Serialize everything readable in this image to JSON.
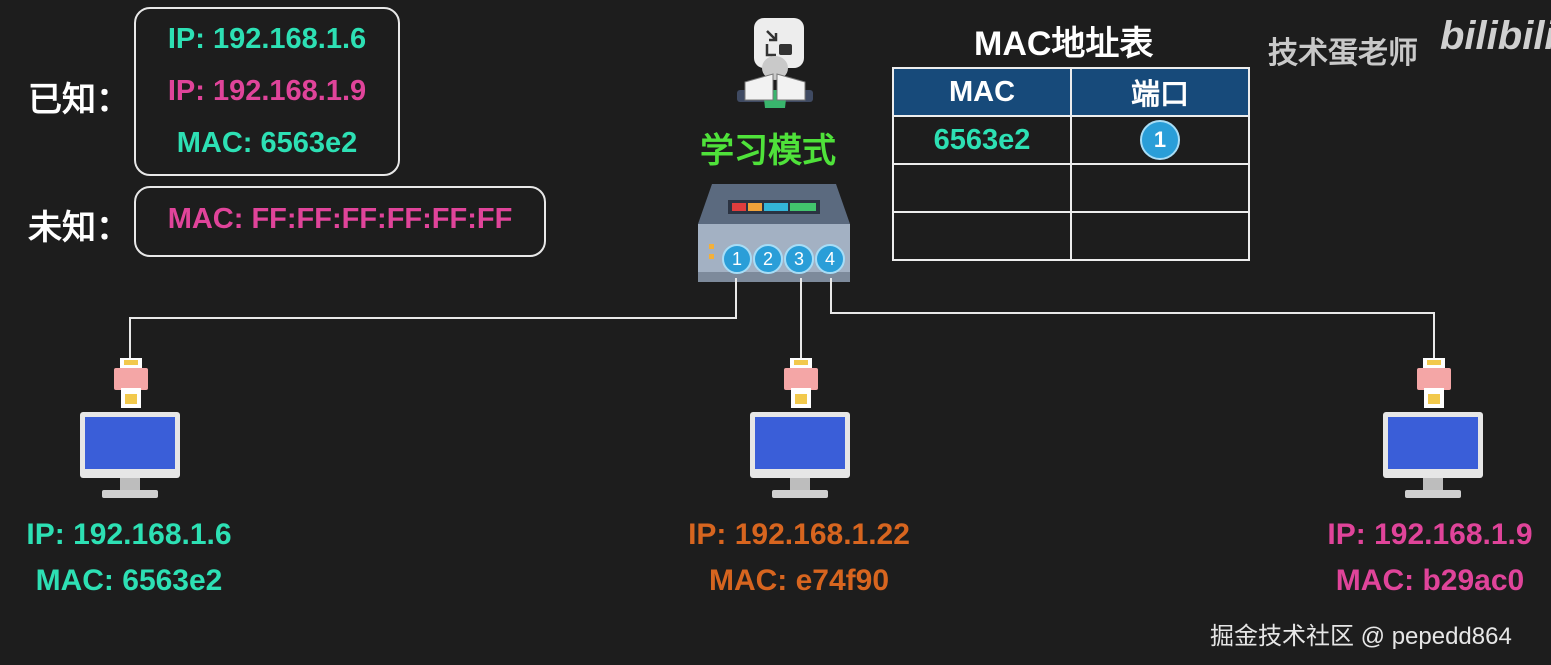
{
  "known": {
    "label": "已知：",
    "ip_self": "IP: 192.168.1.6",
    "ip_target": "IP: 192.168.1.9",
    "mac_self": "MAC: 6563e2"
  },
  "unknown": {
    "label": "未知：",
    "mac": "MAC: FF:FF:FF:FF:FF:FF"
  },
  "switch": {
    "mode_label": "学习模式",
    "ports": [
      "1",
      "2",
      "3",
      "4"
    ]
  },
  "mac_table": {
    "title": "MAC地址表",
    "headers": [
      "MAC",
      "端口"
    ],
    "rows": [
      {
        "mac": "6563e2",
        "port": "1"
      },
      {
        "mac": "",
        "port": ""
      },
      {
        "mac": "",
        "port": ""
      }
    ]
  },
  "hosts": [
    {
      "ip": "IP: 192.168.1.6",
      "mac": "MAC: 6563e2",
      "color": "#2de0b4"
    },
    {
      "ip": "IP: 192.168.1.22",
      "mac": "MAC: e74f90",
      "color": "#d7651f"
    },
    {
      "ip": "IP: 192.168.1.9",
      "mac": "MAC: b29ac0",
      "color": "#e0449a"
    }
  ],
  "watermark": {
    "author": "技术蛋老师",
    "logo": "bilibili"
  },
  "footer": "掘金技术社区 @ pepedd864",
  "icons": {
    "top_button": "collapse-icon",
    "teacher": "teacher-reading-icon",
    "switch": "network-switch-icon",
    "connector": "ethernet-plug-icon",
    "monitor": "computer-monitor-icon"
  },
  "colors": {
    "background": "#1d1d1d",
    "teal": "#2de0b4",
    "pink": "#e0449a",
    "orange": "#d7651f",
    "green": "#4fe23a",
    "table_header": "#174a7a"
  }
}
